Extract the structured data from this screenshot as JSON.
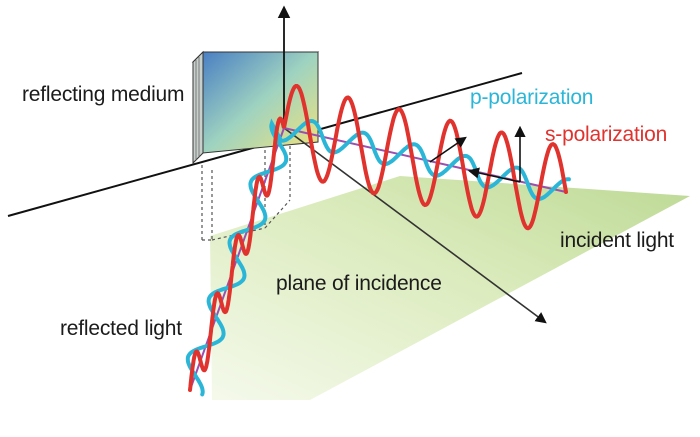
{
  "labels": {
    "reflecting_medium": "reflecting medium",
    "p_polarization": "p-polarization",
    "s_polarization": "s-polarization",
    "incident_light": "incident light",
    "plane_of_incidence": "plane of incidence",
    "reflected_light": "reflected light"
  },
  "colors": {
    "s_wave": "#e0332e",
    "p_wave": "#2bb6d8",
    "beam": "#9b4fb0",
    "plane": "#dcebc4",
    "axis": "#111111"
  }
}
